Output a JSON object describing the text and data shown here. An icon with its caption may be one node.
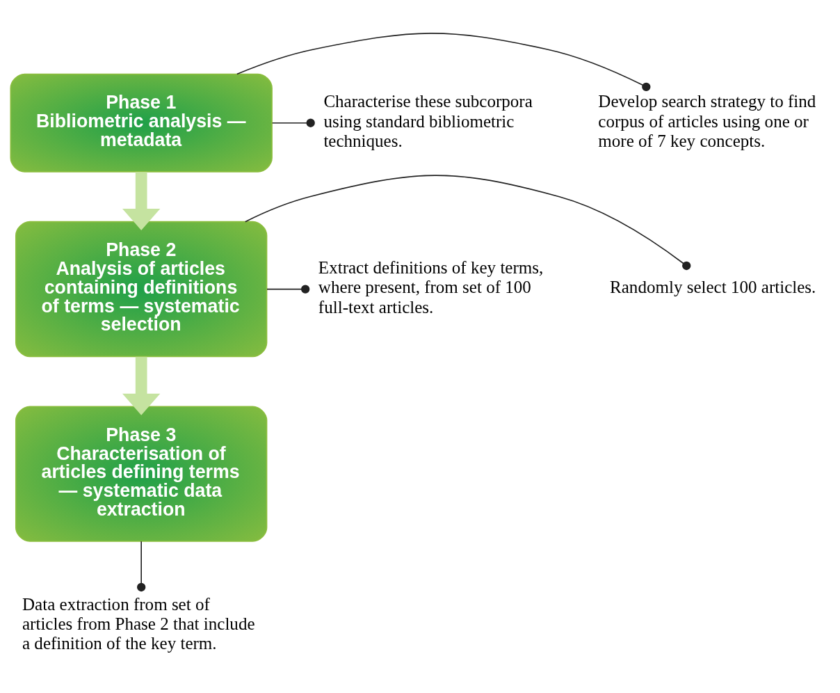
{
  "diagram": {
    "nodes": [
      {
        "text": [
          "Phase 1",
          "Bibliometric analysis — metadata"
        ]
      },
      {
        "text": [
          "Develop search strategy to find corpus of articles using one or more of 7 key concepts."
        ]
      },
      {
        "text": [
          "Characterise these subcorpora using standard bibliometric techniques."
        ]
      },
      {
        "text": [
          "Phase 2",
          "Analysis of articles containing definitions of terms — systematic selection"
        ]
      },
      {
        "text": [
          "Randomly select 100 articles."
        ]
      },
      {
        "text": [
          "Extract definitions of key terms, where present, from set of 100 full-text articles."
        ]
      },
      {
        "text": [
          "Phase 3",
          "Characterisation of articles defining terms — systematic data extraction"
        ]
      },
      {
        "text": [
          "Data extraction from set of articles from Phase 2 that include a definition of the key term."
        ]
      }
    ],
    "edges": [
      {
        "from": 0,
        "to": 1,
        "arrow": "other"
      },
      {
        "from": 0,
        "to": 2,
        "arrow": "other"
      },
      {
        "from": 0,
        "to": 3,
        "arrow": "to",
        "style": "thick",
        "color": "#c5e3a0"
      },
      {
        "from": 3,
        "to": 4,
        "arrow": "other"
      },
      {
        "from": 3,
        "to": 5,
        "arrow": "other"
      },
      {
        "from": 3,
        "to": 6,
        "arrow": "to",
        "style": "thick",
        "color": "#c5e3a0"
      },
      {
        "from": 6,
        "to": 7,
        "arrow": "other"
      }
    ]
  }
}
